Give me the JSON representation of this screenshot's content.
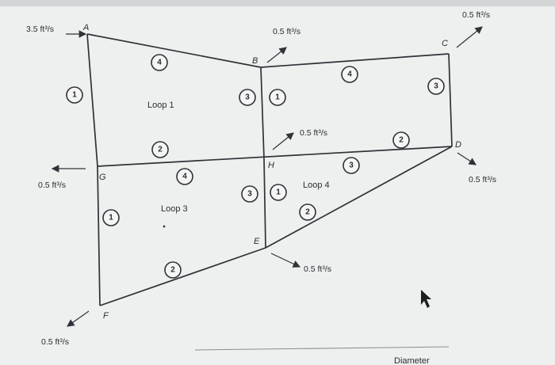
{
  "nodes": {
    "A": "A",
    "B": "B",
    "C": "C",
    "D": "D",
    "E": "E",
    "F": "F",
    "G": "G",
    "H": "H"
  },
  "flows": {
    "inflow_A": "3.5 ft³/s",
    "outflow_B": "0.5 ft³/s",
    "outflow_C": "0.5 ft³/s",
    "outflow_D": "0.5 ft³/s",
    "outflow_G": "0.5 ft³/s",
    "outflow_H": "0.5 ft³/s",
    "outflow_E": "0.5 ft³/s",
    "outflow_F": "0.5 ft³/s"
  },
  "loops": {
    "loop1": "Loop 1",
    "loop3": "Loop 3",
    "loop4": "Loop 4"
  },
  "pipe_numbers": {
    "AB": "4",
    "AG": "1",
    "BH_left": "3",
    "BH_right": "1",
    "BC": "4",
    "CD": "3",
    "GH_top": "2",
    "HD": "2",
    "GH_bottom": "4",
    "GF": "1",
    "HE_left": "3",
    "HE_right": "1",
    "HD_bottom": "3",
    "ED_loop4": "2",
    "FE": "2"
  },
  "footer": {
    "cut_text": "Diameter"
  },
  "colors": {
    "ink": "#2f3238",
    "paper": "#eef0ef"
  }
}
